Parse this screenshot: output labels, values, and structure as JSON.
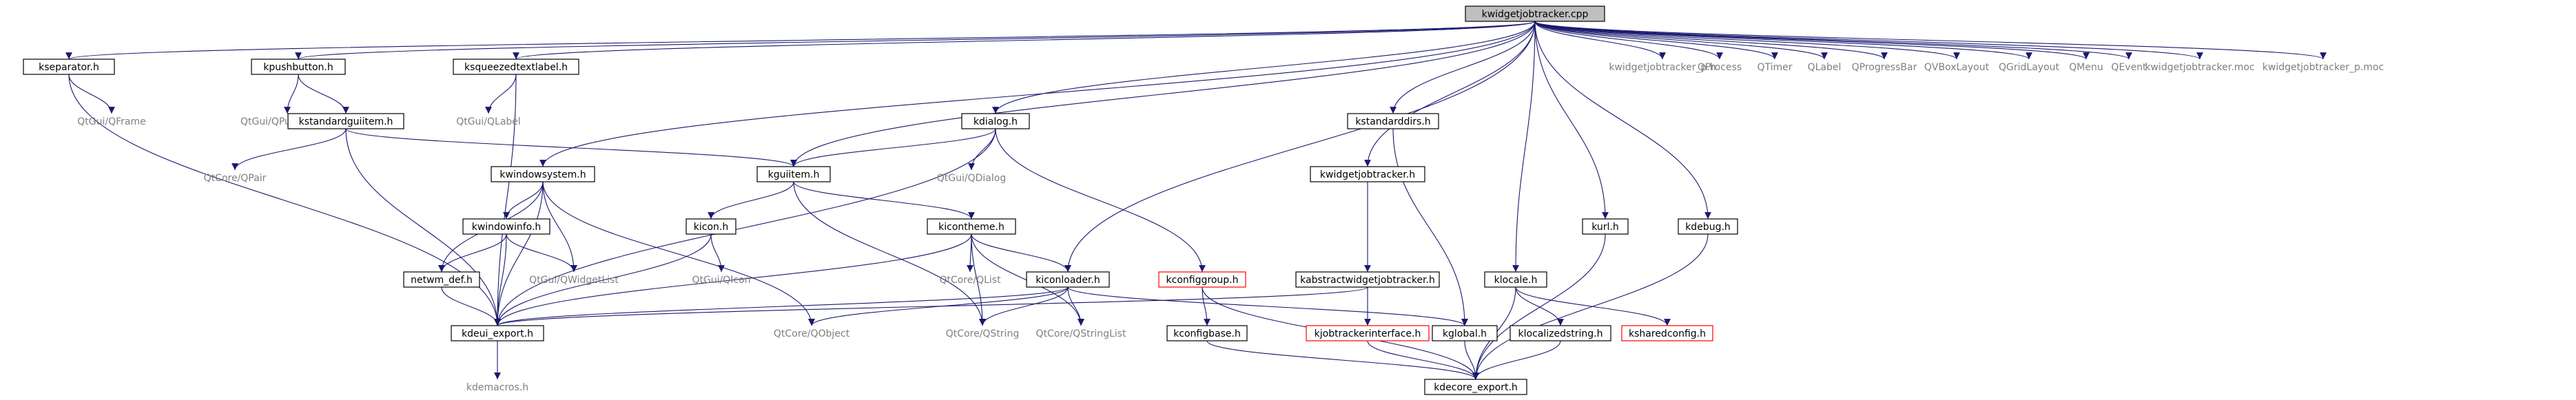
{
  "nodes": [
    {
      "id": "root",
      "label": "kwidgetjobtracker.cpp",
      "style": "root"
    },
    {
      "id": "kseparator",
      "label": "kseparator.h",
      "style": "black"
    },
    {
      "id": "kpushbutton",
      "label": "kpushbutton.h",
      "style": "black"
    },
    {
      "id": "ksqueezed",
      "label": "ksqueezedtextlabel.h",
      "style": "black"
    },
    {
      "id": "qframe",
      "label": "QtGui/QFrame",
      "style": "gray"
    },
    {
      "id": "qpushbutton",
      "label": "QtGui/QPushButton",
      "style": "gray"
    },
    {
      "id": "kstandardguiitem",
      "label": "kstandardguiitem.h",
      "style": "black"
    },
    {
      "id": "qlabel_qt",
      "label": "QtGui/QLabel",
      "style": "gray"
    },
    {
      "id": "kdialog",
      "label": "kdialog.h",
      "style": "black"
    },
    {
      "id": "kstandarddirs",
      "label": "kstandarddirs.h",
      "style": "black"
    },
    {
      "id": "kwidgetjobtracker_p",
      "label": "kwidgetjobtracker_p.h",
      "style": "gray"
    },
    {
      "id": "qprocess",
      "label": "QProcess",
      "style": "gray"
    },
    {
      "id": "qtimer",
      "label": "QTimer",
      "style": "gray"
    },
    {
      "id": "qlabel",
      "label": "QLabel",
      "style": "gray"
    },
    {
      "id": "qprogressbar",
      "label": "QProgressBar",
      "style": "gray"
    },
    {
      "id": "qvboxlayout",
      "label": "QVBoxLayout",
      "style": "gray"
    },
    {
      "id": "qgridlayout",
      "label": "QGridLayout",
      "style": "gray"
    },
    {
      "id": "qmenu",
      "label": "QMenu",
      "style": "gray"
    },
    {
      "id": "qevent",
      "label": "QEvent",
      "style": "gray"
    },
    {
      "id": "kwjt_moc",
      "label": "kwidgetjobtracker.moc",
      "style": "gray"
    },
    {
      "id": "kwjt_p_moc",
      "label": "kwidgetjobtracker_p.moc",
      "style": "gray"
    },
    {
      "id": "qpair",
      "label": "QtCore/QPair",
      "style": "gray"
    },
    {
      "id": "qdialog",
      "label": "QtGui/QDialog",
      "style": "gray"
    },
    {
      "id": "kwindowsystem",
      "label": "kwindowsystem.h",
      "style": "black"
    },
    {
      "id": "kguiitem",
      "label": "kguiitem.h",
      "style": "black"
    },
    {
      "id": "kwidgetjobtracker_h",
      "label": "kwidgetjobtracker.h",
      "style": "black"
    },
    {
      "id": "kwindowinfo",
      "label": "kwindowinfo.h",
      "style": "black"
    },
    {
      "id": "kicon",
      "label": "kicon.h",
      "style": "black"
    },
    {
      "id": "kicontheme",
      "label": "kicontheme.h",
      "style": "black"
    },
    {
      "id": "kurl",
      "label": "kurl.h",
      "style": "black"
    },
    {
      "id": "kdebug",
      "label": "kdebug.h",
      "style": "black"
    },
    {
      "id": "netwm_def",
      "label": "netwm_def.h",
      "style": "black"
    },
    {
      "id": "qwidgetlist",
      "label": "QtGui/QWidgetList",
      "style": "gray"
    },
    {
      "id": "qicon",
      "label": "QtGui/QIcon",
      "style": "gray"
    },
    {
      "id": "qlist",
      "label": "QtCore/QList",
      "style": "gray"
    },
    {
      "id": "kiconloader",
      "label": "kiconloader.h",
      "style": "black"
    },
    {
      "id": "kconfiggroup",
      "label": "kconfiggroup.h",
      "style": "red"
    },
    {
      "id": "kabstractwidgetjobtracker",
      "label": "kabstractwidgetjobtracker.h",
      "style": "black"
    },
    {
      "id": "klocale",
      "label": "klocale.h",
      "style": "black"
    },
    {
      "id": "kdeui_export",
      "label": "kdeui_export.h",
      "style": "black"
    },
    {
      "id": "qobject",
      "label": "QtCore/QObject",
      "style": "gray"
    },
    {
      "id": "qstring",
      "label": "QtCore/QString",
      "style": "gray"
    },
    {
      "id": "qstringlist",
      "label": "QtCore/QStringList",
      "style": "gray"
    },
    {
      "id": "kconfigbase",
      "label": "kconfigbase.h",
      "style": "black"
    },
    {
      "id": "kjobtrackerinterface",
      "label": "kjobtrackerinterface.h",
      "style": "red"
    },
    {
      "id": "kglobal",
      "label": "kglobal.h",
      "style": "black"
    },
    {
      "id": "klocalizedstring",
      "label": "klocalizedstring.h",
      "style": "black"
    },
    {
      "id": "ksharedconfig",
      "label": "ksharedconfig.h",
      "style": "red"
    },
    {
      "id": "kdemacros",
      "label": "kdemacros.h",
      "style": "gray"
    },
    {
      "id": "kdecore_export",
      "label": "kdecore_export.h",
      "style": "black"
    }
  ],
  "edges": [
    [
      "root",
      "kseparator"
    ],
    [
      "root",
      "kpushbutton"
    ],
    [
      "root",
      "ksqueezed"
    ],
    [
      "root",
      "kdialog"
    ],
    [
      "root",
      "kstandarddirs"
    ],
    [
      "root",
      "kwidgetjobtracker_p"
    ],
    [
      "root",
      "qprocess"
    ],
    [
      "root",
      "qtimer"
    ],
    [
      "root",
      "qlabel"
    ],
    [
      "root",
      "qprogressbar"
    ],
    [
      "root",
      "qvboxlayout"
    ],
    [
      "root",
      "qgridlayout"
    ],
    [
      "root",
      "qmenu"
    ],
    [
      "root",
      "qevent"
    ],
    [
      "root",
      "kwjt_moc"
    ],
    [
      "root",
      "kwjt_p_moc"
    ],
    [
      "root",
      "kwindowsystem"
    ],
    [
      "root",
      "kguiitem"
    ],
    [
      "root",
      "kwidgetjobtracker_h"
    ],
    [
      "root",
      "kiconloader"
    ],
    [
      "root",
      "klocale"
    ],
    [
      "root",
      "kurl"
    ],
    [
      "root",
      "kdebug"
    ],
    [
      "kseparator",
      "qframe"
    ],
    [
      "kseparator",
      "kdeui_export"
    ],
    [
      "kpushbutton",
      "qpushbutton"
    ],
    [
      "kpushbutton",
      "kstandardguiitem"
    ],
    [
      "ksqueezed",
      "qlabel_qt"
    ],
    [
      "ksqueezed",
      "kdeui_export"
    ],
    [
      "kstandardguiitem",
      "qpair"
    ],
    [
      "kstandardguiitem",
      "kguiitem"
    ],
    [
      "kstandardguiitem",
      "kdeui_export"
    ],
    [
      "kdialog",
      "kguiitem"
    ],
    [
      "kdialog",
      "qdialog"
    ],
    [
      "kdialog",
      "kconfiggroup"
    ],
    [
      "kdialog",
      "kdeui_export"
    ],
    [
      "kwindowsystem",
      "kwindowinfo"
    ],
    [
      "kwindowsystem",
      "netwm_def"
    ],
    [
      "kwindowsystem",
      "qwidgetlist"
    ],
    [
      "kwindowsystem",
      "qobject"
    ],
    [
      "kwindowsystem",
      "kdeui_export"
    ],
    [
      "kwindowinfo",
      "netwm_def"
    ],
    [
      "kwindowinfo",
      "qwidgetlist"
    ],
    [
      "kwindowinfo",
      "kdeui_export"
    ],
    [
      "netwm_def",
      "kdeui_export"
    ],
    [
      "kguiitem",
      "kicon"
    ],
    [
      "kguiitem",
      "kicontheme"
    ],
    [
      "kguiitem",
      "qstring"
    ],
    [
      "kicon",
      "qicon"
    ],
    [
      "kicon",
      "kdeui_export"
    ],
    [
      "kicontheme",
      "qlist"
    ],
    [
      "kicontheme",
      "kiconloader"
    ],
    [
      "kicontheme",
      "qstring"
    ],
    [
      "kicontheme",
      "qstringlist"
    ],
    [
      "kicontheme",
      "kdeui_export"
    ],
    [
      "kiconloader",
      "qobject"
    ],
    [
      "kiconloader",
      "qstring"
    ],
    [
      "kiconloader",
      "qstringlist"
    ],
    [
      "kiconloader",
      "kglobal"
    ],
    [
      "kiconloader",
      "kdeui_export"
    ],
    [
      "kconfiggroup",
      "kconfigbase"
    ],
    [
      "kconfiggroup",
      "kdecore_export"
    ],
    [
      "kconfigbase",
      "kdecore_export"
    ],
    [
      "kwidgetjobtracker_h",
      "kabstractwidgetjobtracker"
    ],
    [
      "kabstractwidgetjobtracker",
      "kjobtrackerinterface"
    ],
    [
      "kabstractwidgetjobtracker",
      "kdeui_export"
    ],
    [
      "kjobtrackerinterface",
      "kdecore_export"
    ],
    [
      "kstandarddirs",
      "kglobal"
    ],
    [
      "kglobal",
      "kdecore_export"
    ],
    [
      "klocale",
      "klocalizedstring"
    ],
    [
      "klocale",
      "ksharedconfig"
    ],
    [
      "klocale",
      "kdecore_export"
    ],
    [
      "klocalizedstring",
      "kdecore_export"
    ],
    [
      "kurl",
      "kdecore_export"
    ],
    [
      "kdebug",
      "kdecore_export"
    ],
    [
      "kdeui_export",
      "kdemacros"
    ]
  ]
}
